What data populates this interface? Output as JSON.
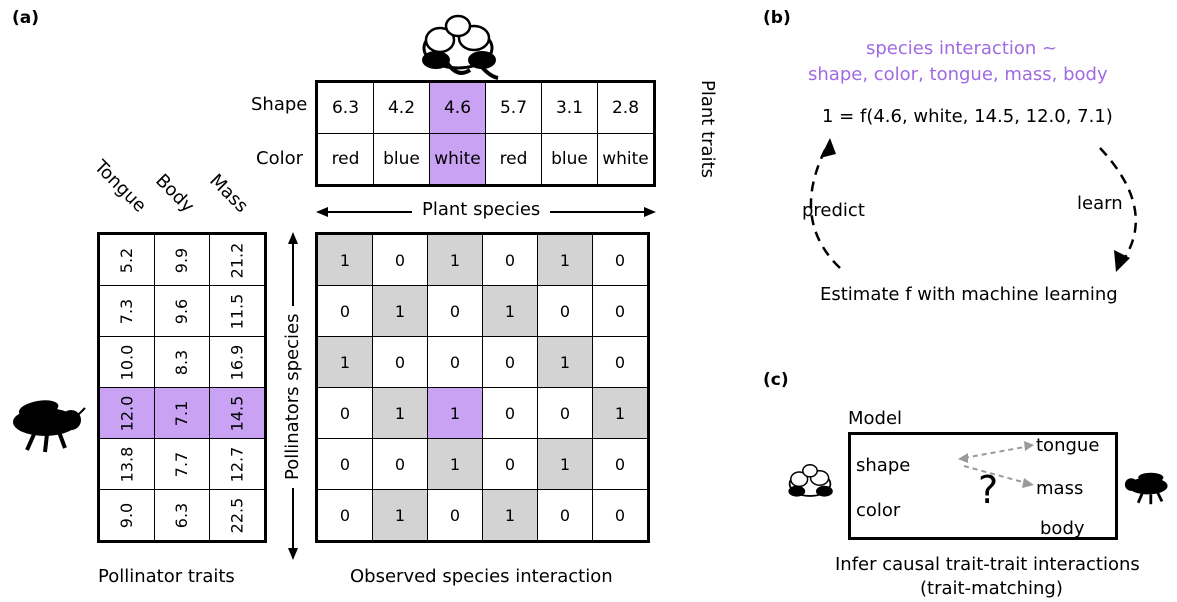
{
  "panels": {
    "a": "(a)",
    "b": "(b)",
    "c": "(c)"
  },
  "plant_traits": {
    "title": "Plant traits",
    "row_labels": [
      "Shape",
      "Color"
    ],
    "shape": [
      "6.3",
      "4.2",
      "4.6",
      "5.7",
      "3.1",
      "2.8"
    ],
    "color": [
      "red",
      "blue",
      "white",
      "red",
      "blue",
      "white"
    ],
    "highlight_col": 2
  },
  "plant_species_label": "Plant species",
  "pollinator_species_label": "Pollinators species",
  "pollinator_traits": {
    "title": "Pollinator traits",
    "headers": [
      "Tongue",
      "Body",
      "Mass"
    ],
    "rows": [
      [
        "5.2",
        "9.9",
        "21.2"
      ],
      [
        "7.3",
        "9.6",
        "11.5"
      ],
      [
        "10.0",
        "8.3",
        "16.9"
      ],
      [
        "12.0",
        "7.1",
        "14.5"
      ],
      [
        "13.8",
        "7.7",
        "12.7"
      ],
      [
        "9.0",
        "6.3",
        "22.5"
      ]
    ],
    "highlight_row": 3
  },
  "interactions": {
    "title": "Observed species interaction",
    "matrix": [
      [
        "1",
        "0",
        "1",
        "0",
        "1",
        "0"
      ],
      [
        "0",
        "1",
        "0",
        "1",
        "0",
        "0"
      ],
      [
        "1",
        "0",
        "0",
        "0",
        "1",
        "0"
      ],
      [
        "0",
        "1",
        "1",
        "0",
        "0",
        "1"
      ],
      [
        "0",
        "0",
        "1",
        "0",
        "1",
        "0"
      ],
      [
        "0",
        "1",
        "0",
        "1",
        "0",
        "0"
      ]
    ],
    "gray_cells": [
      [
        0,
        0
      ],
      [
        0,
        2
      ],
      [
        0,
        4
      ],
      [
        1,
        1
      ],
      [
        1,
        3
      ],
      [
        2,
        0
      ],
      [
        2,
        4
      ],
      [
        3,
        1
      ],
      [
        3,
        5
      ],
      [
        4,
        2
      ],
      [
        4,
        4
      ],
      [
        5,
        1
      ],
      [
        5,
        3
      ]
    ],
    "highlight_cell": [
      3,
      2
    ]
  },
  "panel_b": {
    "heading_line1": "species interaction ~",
    "heading_line2": "shape, color, tongue, mass, body",
    "equation": "1 = f(4.6, white, 14.5, 12.0, 7.1)",
    "predict": "predict",
    "learn": "learn",
    "estimate": "Estimate f with machine learning",
    "accent_color": "#a06be0"
  },
  "panel_c": {
    "model": "Model",
    "shape": "shape",
    "color": "color",
    "tongue": "tongue",
    "mass": "mass",
    "body": "body",
    "question": "?",
    "caption_line1": "Infer causal trait-trait interactions",
    "caption_line2": "(trait-matching)"
  },
  "colors": {
    "highlight": "#c9a2f4",
    "gray": "#d3d3d3"
  },
  "icons": [
    "flower-icon",
    "bee-icon"
  ]
}
